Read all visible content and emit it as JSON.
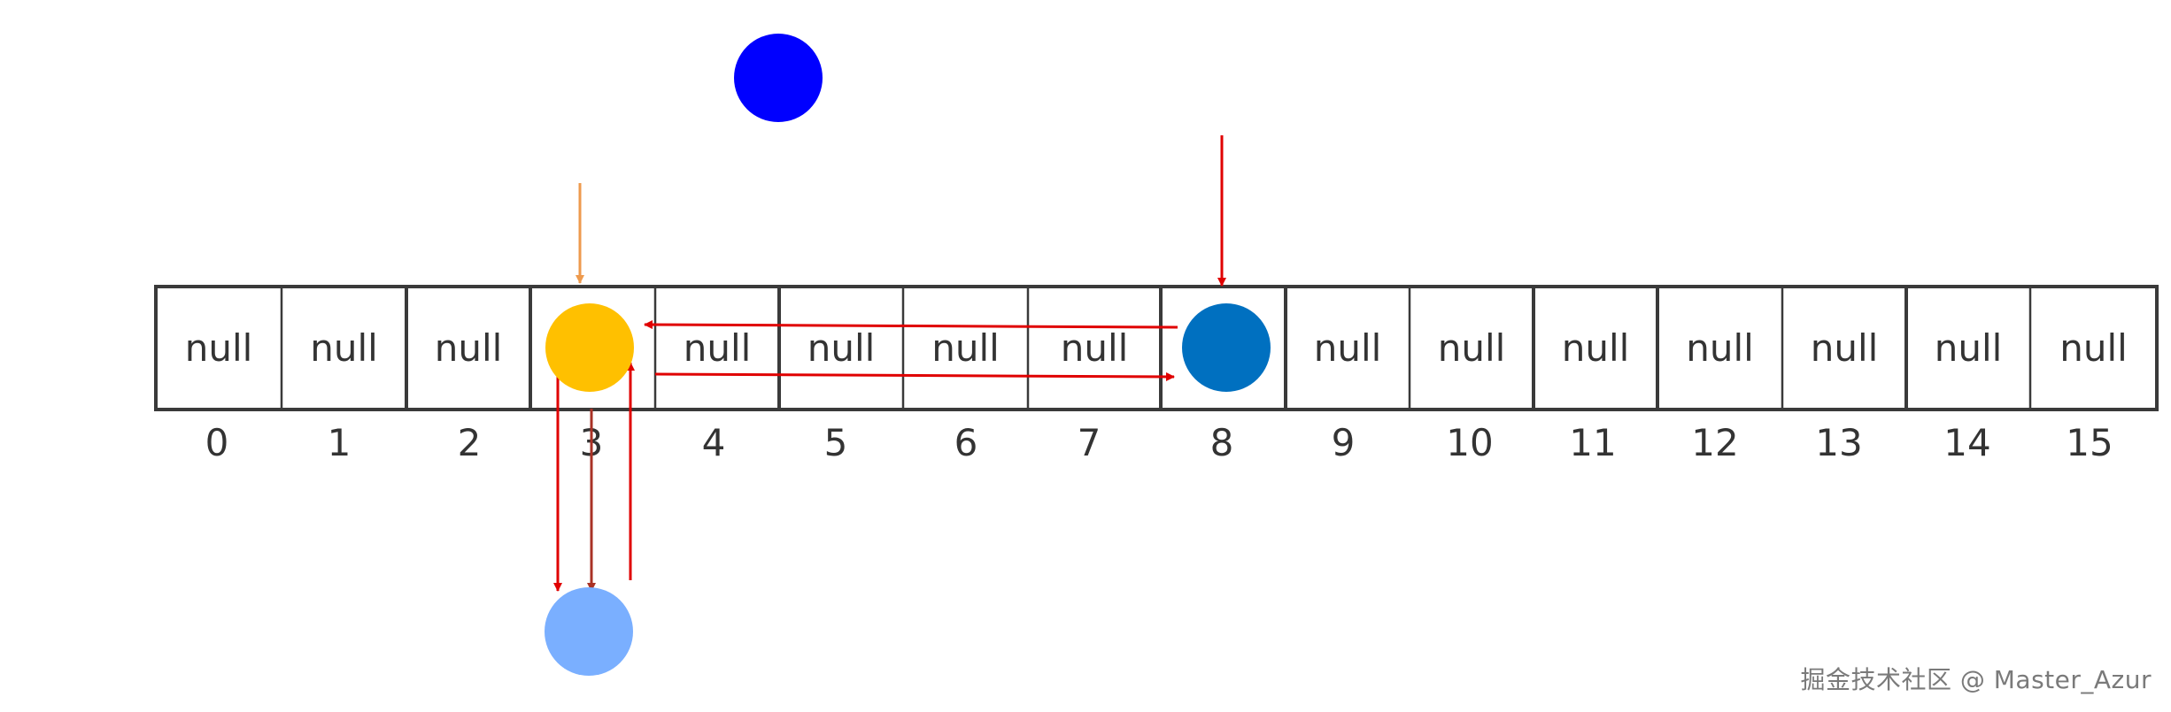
{
  "array": {
    "cells": [
      "null",
      "null",
      "null",
      "",
      "null",
      "null",
      "null",
      "null",
      "",
      "null",
      "null",
      "null",
      "null",
      "null",
      "null",
      "null"
    ],
    "indices": [
      "0",
      "1",
      "2",
      "3",
      "4",
      "5",
      "6",
      "7",
      "8",
      "9",
      "10",
      "11",
      "12",
      "13",
      "14",
      "15"
    ]
  },
  "nodes": [
    {
      "id": "new-node",
      "color": "#0000FF"
    },
    {
      "id": "node-at-3",
      "color": "#FFC000"
    },
    {
      "id": "node-at-8",
      "color": "#0070C0"
    },
    {
      "id": "linked-node",
      "color": "#7AAFFF"
    }
  ],
  "arrows": {
    "red": "#FF0000",
    "orange": "#F4A460",
    "dark_red": "#C0392B"
  },
  "watermark": "掘金技术社区 @ Master_Azur"
}
